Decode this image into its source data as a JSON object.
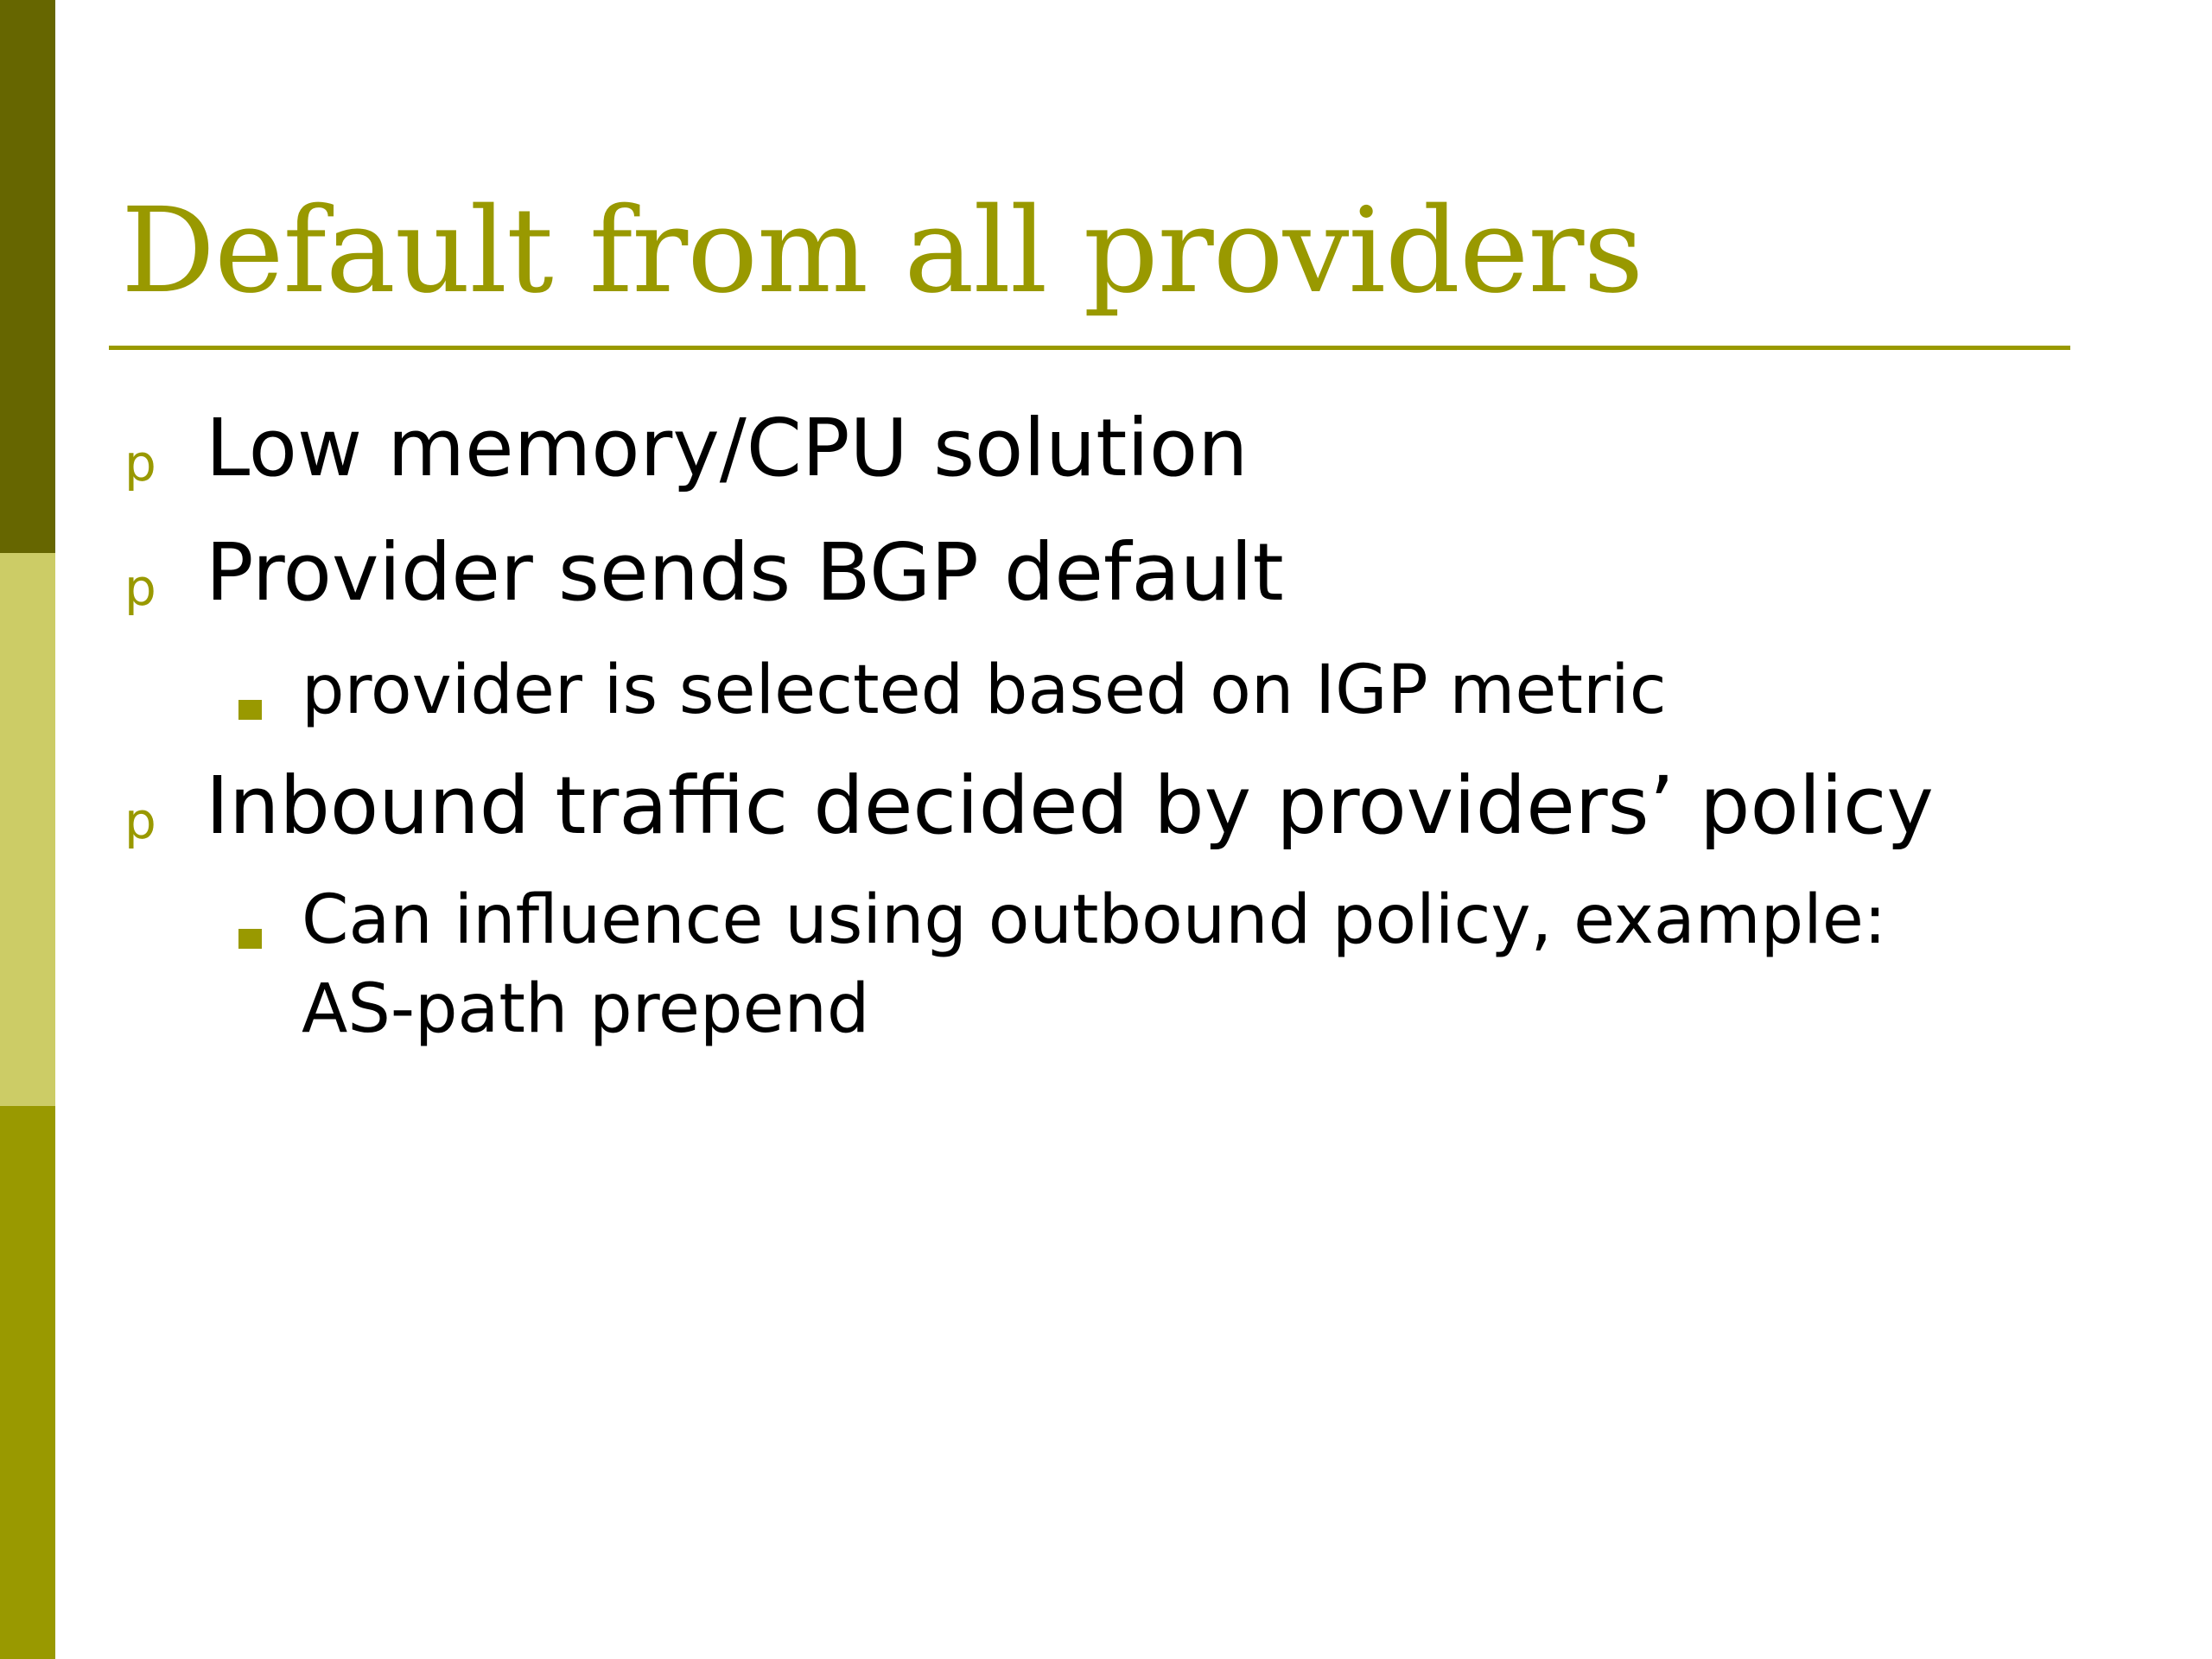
{
  "slide": {
    "title": "Default from all providers",
    "colors": {
      "accent": "#999900",
      "sidebar_top": "#666600",
      "sidebar_middle": "#cccc66",
      "sidebar_bottom": "#999900",
      "text": "#000000"
    },
    "bullet_marker": "p",
    "sub_bullet_marker": "square-bullet-icon",
    "bullets": [
      {
        "text": "Low memory/CPU solution"
      },
      {
        "text": "Provider sends BGP default",
        "sub": [
          {
            "text": "provider is selected based on IGP metric"
          }
        ]
      },
      {
        "text": "Inbound traffic decided by providers’ policy",
        "sub": [
          {
            "line1": "Can influence using outbound policy, example:",
            "line2": "AS-path prepend"
          }
        ]
      }
    ]
  }
}
